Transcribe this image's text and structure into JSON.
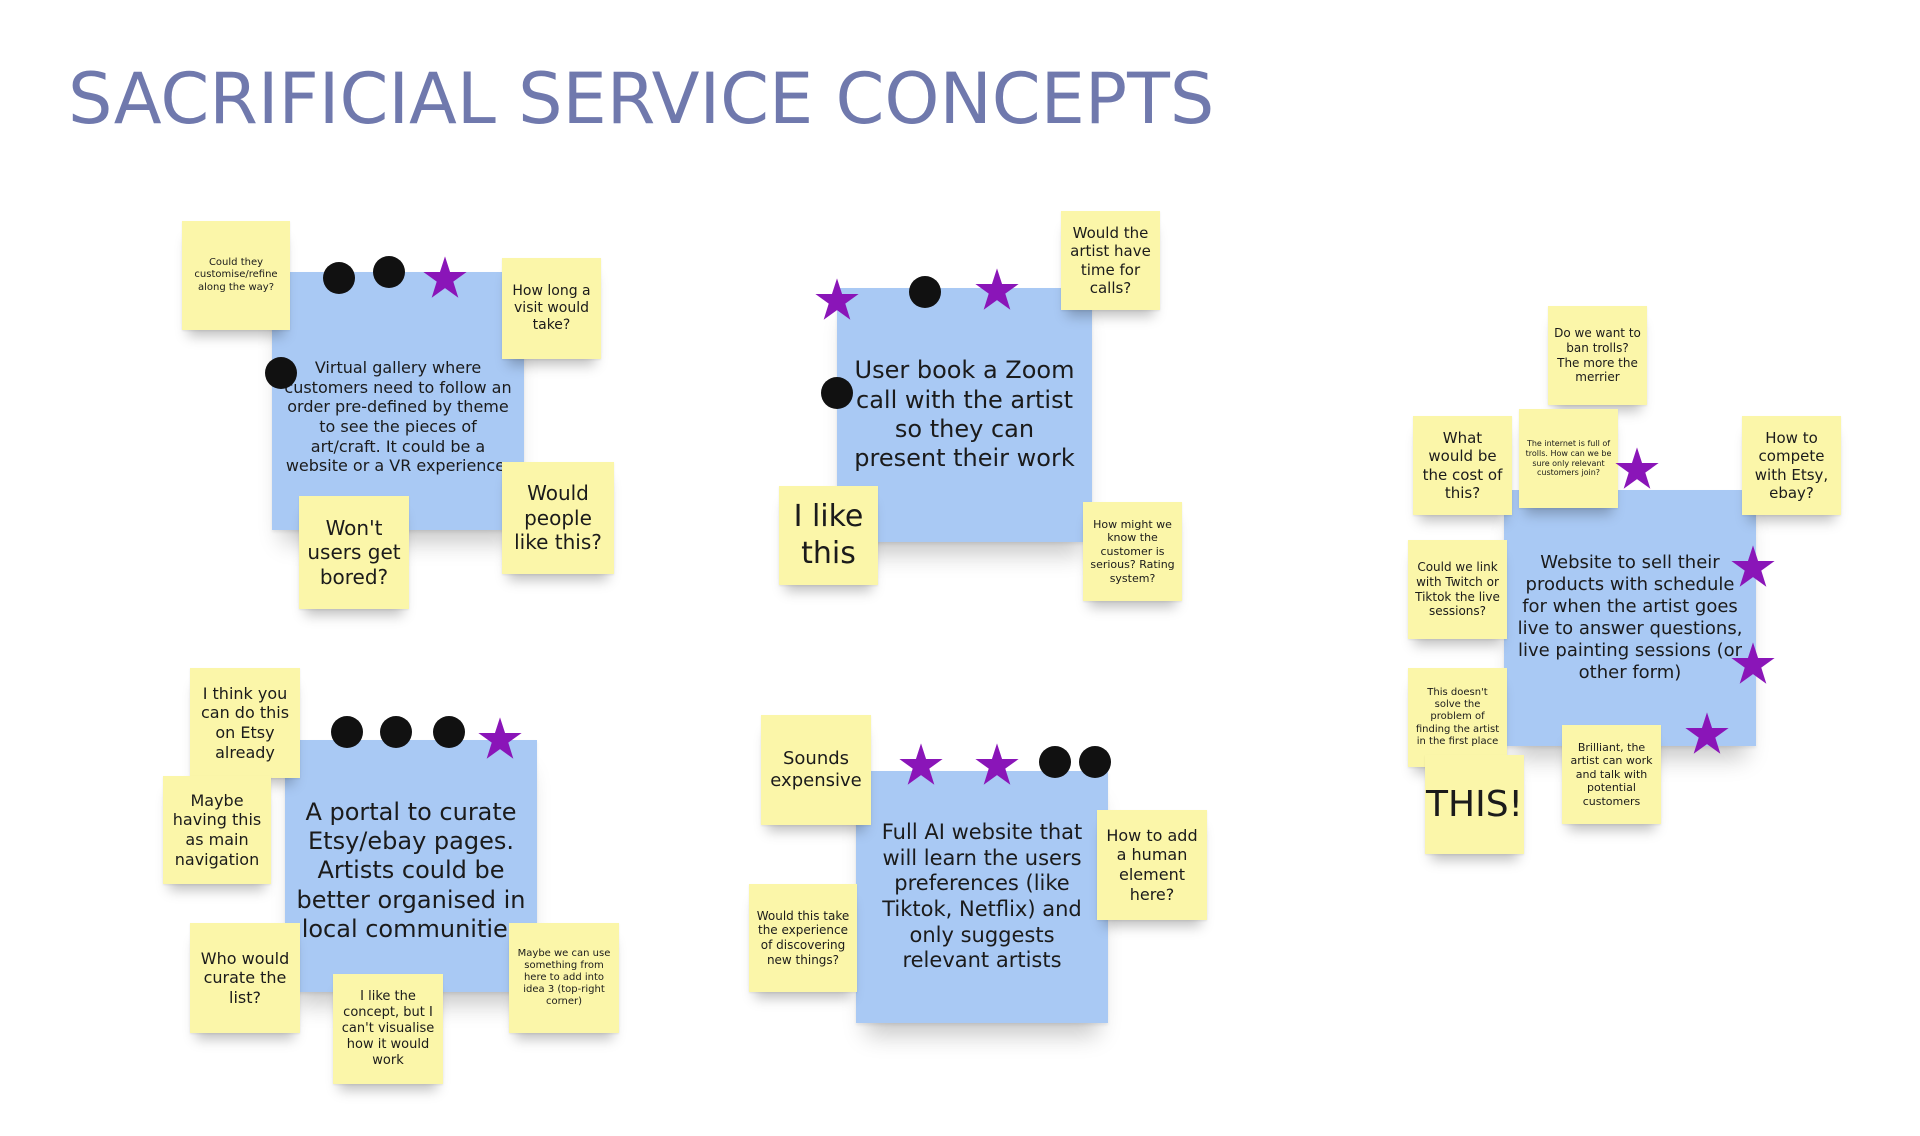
{
  "title": "SACRIFICIAL SERVICE CONCEPTS",
  "colors": {
    "title": "#7079ad",
    "blue_note": "#a9c9f4",
    "yellow_note": "#fbf6a9",
    "dot_vote": "#111111",
    "star_vote": "#8a15b8"
  },
  "concepts": [
    {
      "text": "Virtual gallery where customers need to follow an order pre-defined by theme to see the pieces of art/craft. It could be a website or a VR experience.",
      "comments": [
        "Could they customise/refine along the way?",
        "How long a visit would take?",
        "Won't users get bored?",
        "Would people like this?"
      ],
      "votes": {
        "dots": 3,
        "stars": 1
      }
    },
    {
      "text": "User book a Zoom call with the artist so they can present their work",
      "comments": [
        "Would the artist have time for calls?",
        "I like this",
        "How might we know the customer is serious? Rating system?"
      ],
      "votes": {
        "dots": 2,
        "stars": 2
      }
    },
    {
      "text": "Website to sell their products with schedule for when the artist goes live to answer questions, live painting sessions (or other form)",
      "comments": [
        "Do we want to ban trolls? The more the merrier",
        "What would be the cost of this?",
        "The internet is full of trolls. How can we be sure only relevant customers join?",
        "How to compete with Etsy, ebay?",
        "Could we link with Twitch or Tiktok the live sessions?",
        "This doesn't solve the problem of finding the artist in the first place",
        "THIS!",
        "Brilliant, the artist can work and talk with potential customers"
      ],
      "votes": {
        "dots": 0,
        "stars": 4
      }
    },
    {
      "text": "A portal to curate Etsy/ebay pages. Artists could be better organised in local communities",
      "comments": [
        "I think you can do this on Etsy already",
        "Maybe having this as main navigation",
        "Who would curate the list?",
        "I like the concept, but I can't visualise how it would work",
        "Maybe we can use something from here to add into idea 3 (top-right corner)"
      ],
      "votes": {
        "dots": 3,
        "stars": 1
      }
    },
    {
      "text": "Full AI website that will learn the users preferences (like Tiktok, Netflix) and only suggests relevant artists",
      "comments": [
        "Sounds expensive",
        "How to add a human element here?",
        "Would this take the experience of discovering new things?"
      ],
      "votes": {
        "dots": 2,
        "stars": 2
      }
    }
  ]
}
